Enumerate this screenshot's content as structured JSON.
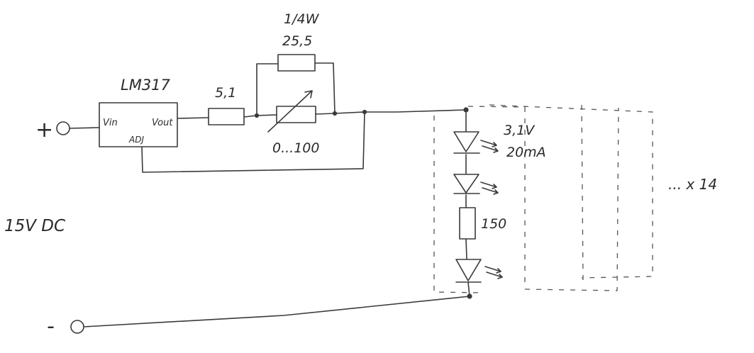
{
  "regulator": {
    "name": "LM317",
    "pin_in": "Vin",
    "pin_out": "Vout",
    "pin_adj": "ADJ"
  },
  "resistor_fixed": {
    "value": "5,1"
  },
  "resistor_parallel": {
    "value": "25,5",
    "power": "1/4W"
  },
  "potentiometer": {
    "range": "0...100"
  },
  "led": {
    "voltage": "3,1V",
    "current": "20mA"
  },
  "resistor_series": {
    "value": "150"
  },
  "multiplier": "... x 14",
  "supply": {
    "voltage": "15V DC",
    "plus": "+",
    "minus": "-"
  },
  "colors": {
    "ink": "#3a3a3a",
    "paper": "#ffffff"
  }
}
